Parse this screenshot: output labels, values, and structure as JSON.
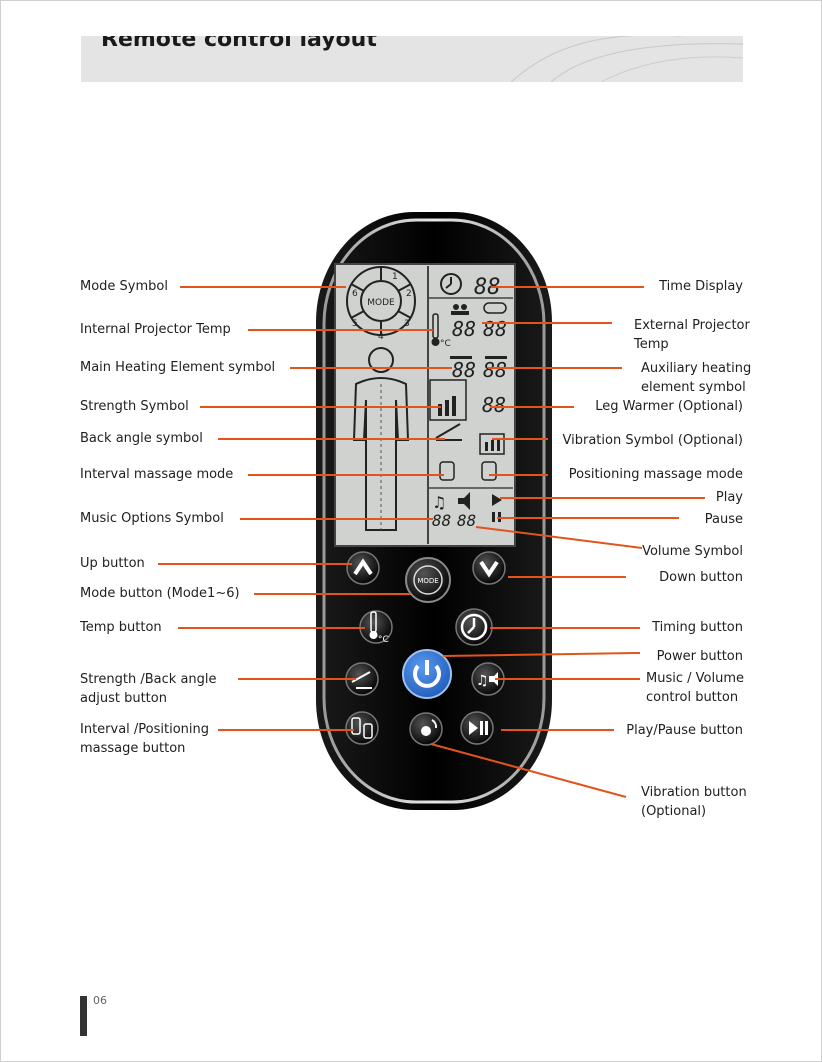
{
  "header": {
    "title": "Remote control layout"
  },
  "footer": {
    "page_number": "06"
  },
  "lcd": {
    "mode_numbers": [
      "1",
      "2",
      "3",
      "4",
      "5",
      "6"
    ],
    "mode_text": "MODE",
    "digits": "88",
    "celsius": "°C"
  },
  "buttons": {
    "mode_button_text": "MODE",
    "celsius": "°C"
  },
  "left_labels": [
    "Mode Symbol",
    "Internal Projector Temp",
    "Main Heating Element symbol",
    "Strength Symbol",
    "Back angle symbol",
    "Interval massage mode",
    "Music Options Symbol",
    "Up button",
    "Mode button (Mode1~6)",
    "Temp button",
    "Strength /Back angle",
    "adjust button",
    "Interval /Positioning",
    "massage button"
  ],
  "right_labels": [
    "Time Display",
    "External Projector",
    "Temp",
    "Auxiliary heating",
    "element symbol",
    "Leg Warmer (Optional)",
    "Vibration Symbol (Optional)",
    "Positioning massage mode",
    "Play",
    "Pause",
    "Volume Symbol",
    "Down button",
    "Timing button",
    "Power button",
    "Music / Volume",
    "control button",
    "Play/Pause button",
    "Vibration button",
    "(Optional)"
  ],
  "colors": {
    "leader_line": "#e2541b",
    "power_button": "#2a6fd1",
    "header_band": "#e4e4e4"
  }
}
